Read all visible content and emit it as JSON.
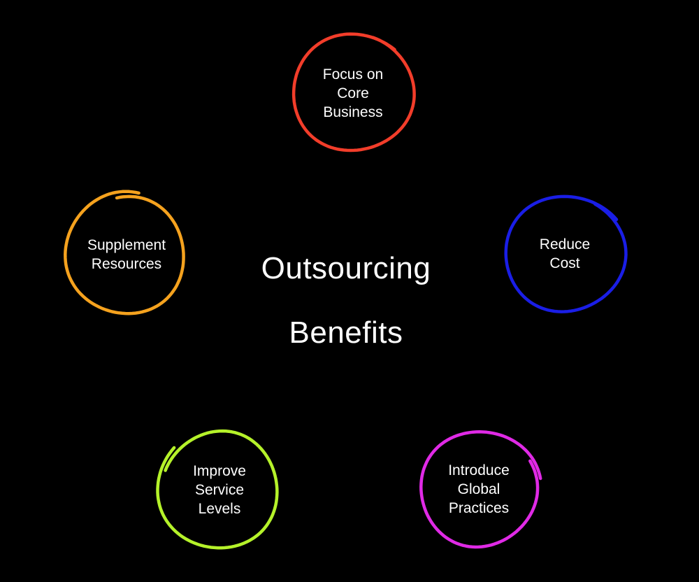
{
  "center": {
    "line1": "Outsourcing",
    "line2": "Benefits"
  },
  "nodes": [
    {
      "id": "focus-core-business",
      "lines": [
        "Focus on",
        "Core",
        "Business"
      ],
      "color": "#f23d2a"
    },
    {
      "id": "reduce-cost",
      "lines": [
        "Reduce",
        "Cost"
      ],
      "color": "#1a1ee6"
    },
    {
      "id": "introduce-global-practices",
      "lines": [
        "Introduce",
        "Global",
        "Practices"
      ],
      "color": "#e02ae6"
    },
    {
      "id": "improve-service-levels",
      "lines": [
        "Improve",
        "Service",
        "Levels"
      ],
      "color": "#b5f22a"
    },
    {
      "id": "supplement-resources",
      "lines": [
        "Supplement",
        "Resources"
      ],
      "color": "#f5a21e"
    }
  ],
  "colors": {
    "background": "#000000",
    "text": "#ffffff"
  }
}
